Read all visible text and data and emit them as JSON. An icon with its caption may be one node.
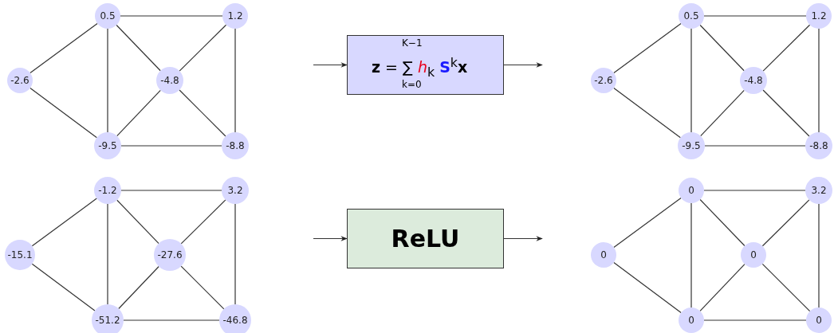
{
  "diagram": {
    "nodes": [
      {
        "text": [
          "0.5"
        ]
      },
      {
        "text": [
          "1.2"
        ]
      },
      {
        "text": [
          "-2.6"
        ]
      },
      {
        "text": [
          "-4.8"
        ]
      },
      {
        "text": [
          "-9.5"
        ]
      },
      {
        "text": [
          "-8.8"
        ]
      },
      {
        "text": [
          "K−1",
          "**z** = ∑ *h*$_{k}$ **S**$^{k}$**x**",
          "k=0"
        ]
      },
      {
        "text": [
          "0.5"
        ]
      },
      {
        "text": [
          "1.2"
        ]
      },
      {
        "text": [
          "-2.6"
        ]
      },
      {
        "text": [
          "-4.8"
        ]
      },
      {
        "text": [
          "-9.5"
        ]
      },
      {
        "text": [
          "-8.8"
        ]
      },
      {
        "text": [
          "-1.2"
        ]
      },
      {
        "text": [
          "3.2"
        ]
      },
      {
        "text": [
          "-15.1"
        ]
      },
      {
        "text": [
          "-27.6"
        ]
      },
      {
        "text": [
          "-51.2"
        ]
      },
      {
        "text": [
          "-46.8"
        ]
      },
      {
        "text": [
          "ReLU"
        ]
      },
      {
        "text": [
          "0"
        ]
      },
      {
        "text": [
          "3.2"
        ]
      },
      {
        "text": [
          "0"
        ]
      },
      {
        "text": [
          "0"
        ]
      },
      {
        "text": [
          "0"
        ]
      },
      {
        "text": [
          "0"
        ]
      }
    ],
    "edges": [
      {
        "from": 0,
        "to": 1,
        "arrow": "none"
      },
      {
        "from": 0,
        "to": 2,
        "arrow": "none"
      },
      {
        "from": 0,
        "to": 3,
        "arrow": "none"
      },
      {
        "from": 0,
        "to": 4,
        "arrow": "none"
      },
      {
        "from": 1,
        "to": 3,
        "arrow": "none"
      },
      {
        "from": 1,
        "to": 5,
        "arrow": "none"
      },
      {
        "from": 2,
        "to": 4,
        "arrow": "none"
      },
      {
        "from": 3,
        "to": 4,
        "arrow": "none"
      },
      {
        "from": 3,
        "to": 5,
        "arrow": "none"
      },
      {
        "from": 4,
        "to": 5,
        "arrow": "none"
      },
      {
        "from": null,
        "to": 6,
        "arrow": "to"
      },
      {
        "from": 6,
        "to": null,
        "arrow": "to"
      },
      {
        "from": 7,
        "to": 8,
        "arrow": "none"
      },
      {
        "from": 7,
        "to": 9,
        "arrow": "none"
      },
      {
        "from": 7,
        "to": 10,
        "arrow": "none"
      },
      {
        "from": 7,
        "to": 11,
        "arrow": "none"
      },
      {
        "from": 8,
        "to": 10,
        "arrow": "none"
      },
      {
        "from": 8,
        "to": 12,
        "arrow": "none"
      },
      {
        "from": 9,
        "to": 11,
        "arrow": "none"
      },
      {
        "from": 10,
        "to": 11,
        "arrow": "none"
      },
      {
        "from": 10,
        "to": 12,
        "arrow": "none"
      },
      {
        "from": 11,
        "to": 12,
        "arrow": "none"
      },
      {
        "from": 13,
        "to": 14,
        "arrow": "none"
      },
      {
        "from": 13,
        "to": 15,
        "arrow": "none"
      },
      {
        "from": 13,
        "to": 16,
        "arrow": "none"
      },
      {
        "from": 13,
        "to": 17,
        "arrow": "none"
      },
      {
        "from": 14,
        "to": 16,
        "arrow": "none"
      },
      {
        "from": 14,
        "to": 18,
        "arrow": "none"
      },
      {
        "from": 15,
        "to": 17,
        "arrow": "none"
      },
      {
        "from": 16,
        "to": 17,
        "arrow": "none"
      },
      {
        "from": 16,
        "to": 18,
        "arrow": "none"
      },
      {
        "from": 17,
        "to": 18,
        "arrow": "none"
      },
      {
        "from": null,
        "to": 19,
        "arrow": "to"
      },
      {
        "from": 19,
        "to": null,
        "arrow": "to"
      },
      {
        "from": 20,
        "to": 21,
        "arrow": "none"
      },
      {
        "from": 20,
        "to": 22,
        "arrow": "none"
      },
      {
        "from": 20,
        "to": 23,
        "arrow": "none"
      },
      {
        "from": 20,
        "to": 24,
        "arrow": "none"
      },
      {
        "from": 21,
        "to": 23,
        "arrow": "none"
      },
      {
        "from": 21,
        "to": 25,
        "arrow": "none"
      },
      {
        "from": 22,
        "to": 24,
        "arrow": "none"
      },
      {
        "from": 23,
        "to": 24,
        "arrow": "none"
      },
      {
        "from": 23,
        "to": 25,
        "arrow": "none"
      },
      {
        "from": 24,
        "to": 25,
        "arrow": "none"
      }
    ]
  }
}
